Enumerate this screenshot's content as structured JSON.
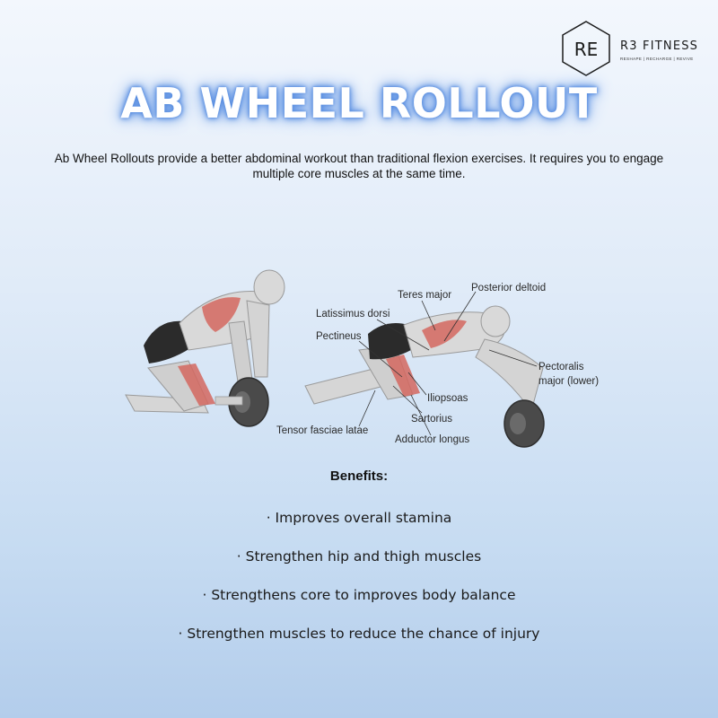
{
  "brand": {
    "monogram": "RE",
    "name": "R3 FITNESS",
    "tagline": "RESHAPE | RECHARGE | REVIVE"
  },
  "title": "AB WHEEL ROLLOUT",
  "intro": "Ab Wheel Rollouts provide a better abdominal workout than traditional flexion exercises. It requires you to engage multiple core muscles at the same time.",
  "illustration": {
    "muscle_labels": [
      "Teres major",
      "Posterior deltoid",
      "Latissimus dorsi",
      "Pectineus",
      "Pectoralis",
      "major (lower)",
      "Iliopsoas",
      "Sartorius",
      "Tensor fasciae latae",
      "Adductor longus"
    ],
    "colors": {
      "skin": "#d9d9d9",
      "muscle_highlight": "#d3675f",
      "shorts": "#2b2b2b",
      "wheel": "#4a4a4a"
    }
  },
  "benefits": {
    "heading": "Benefits:",
    "items": [
      "· Improves overall stamina",
      "· Strengthen hip and thigh muscles",
      "· Strengthens core to improves body balance",
      "· Strengthen muscles to reduce the chance of injury"
    ]
  }
}
